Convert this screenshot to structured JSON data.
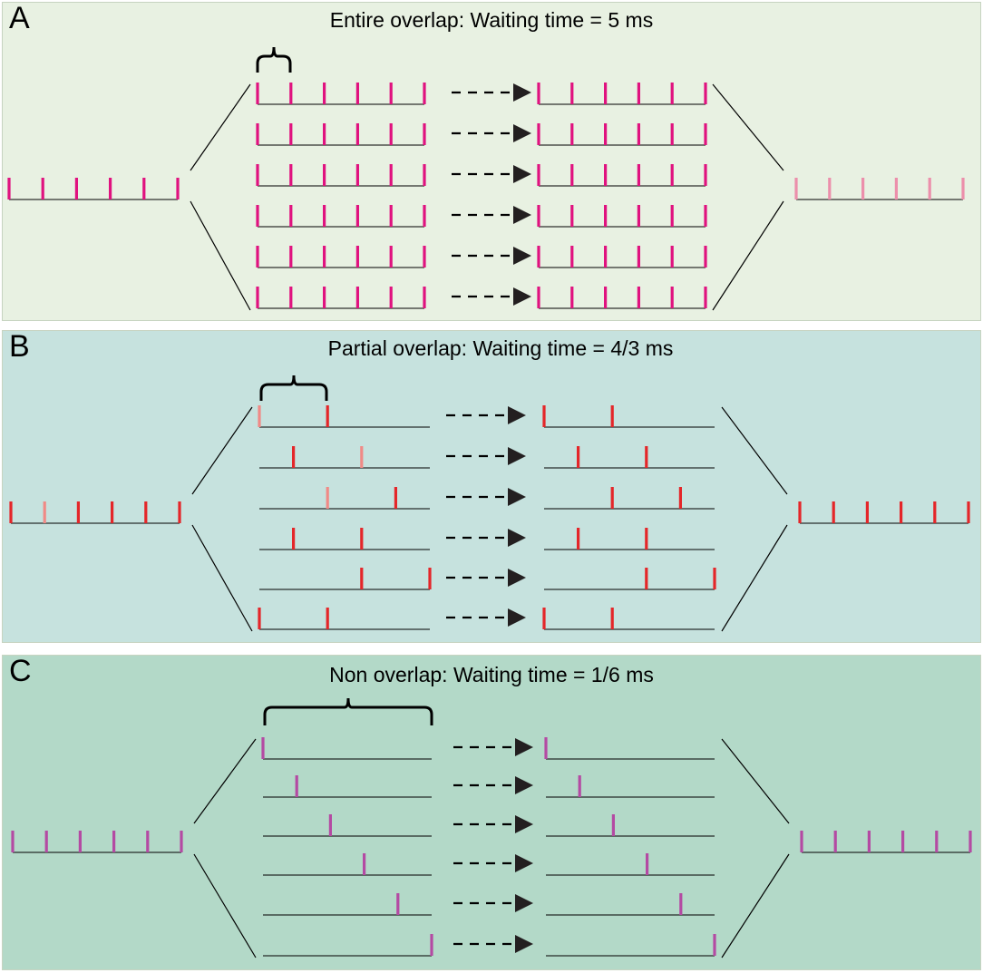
{
  "colors": {
    "panel_a_bg": "#e8f1e2",
    "panel_b_bg": "#c6e2de",
    "panel_c_bg": "#b3d9c8",
    "panel_border": "#c7d4c1",
    "spike_a": "#e0127f",
    "spike_a_faded": "#ec8fab",
    "spike_b": "#e42629",
    "spike_b_faded": "#f08a86",
    "spike_c": "#b44aa3",
    "line": "#000000",
    "arrow": "#231f20"
  },
  "panels": {
    "a": {
      "letter": "A",
      "title": "Entire overlap: Waiting time = 5 ms"
    },
    "b": {
      "letter": "B",
      "title": "Partial overlap: Waiting time = 4/3 ms"
    },
    "c": {
      "letter": "C",
      "title": "Non overlap: Waiting time = 1/6 ms"
    }
  },
  "diagram": {
    "spikes_per_train": 6,
    "waiting_slots": {
      "a": [
        [
          0,
          1,
          2,
          3,
          4,
          5
        ],
        [
          0,
          1,
          2,
          3,
          4,
          5
        ],
        [
          0,
          1,
          2,
          3,
          4,
          5
        ],
        [
          0,
          1,
          2,
          3,
          4,
          5
        ],
        [
          0,
          1,
          2,
          3,
          4,
          5
        ],
        [
          0,
          1,
          2,
          3,
          4,
          5
        ]
      ],
      "b": [
        [
          0,
          2
        ],
        [
          1,
          3
        ],
        [
          2,
          4
        ],
        [
          1,
          3
        ],
        [
          3,
          5
        ],
        [
          0,
          2
        ]
      ],
      "c": [
        [
          0
        ],
        [
          1
        ],
        [
          2
        ],
        [
          3
        ],
        [
          4
        ],
        [
          5
        ]
      ]
    }
  }
}
